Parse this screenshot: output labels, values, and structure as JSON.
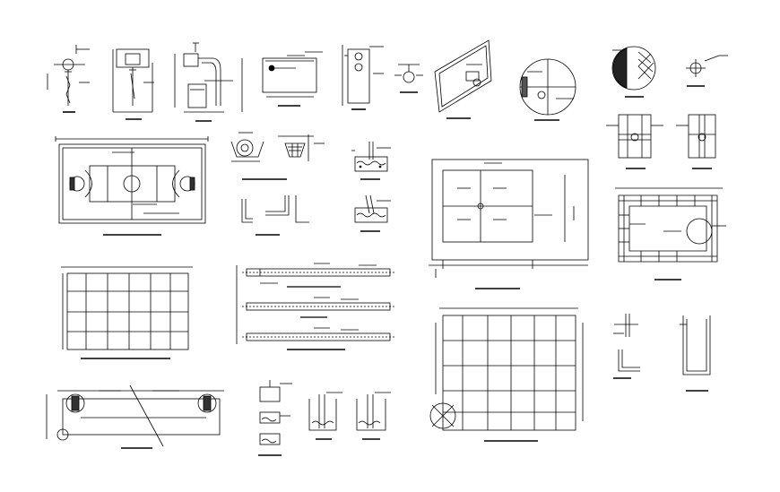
{
  "sheet": {
    "description_visible_text": [],
    "ink_color": "#000000",
    "background_color": "#ffffff",
    "detail_count": 27
  },
  "details": [
    {
      "id": "pole-elevation-1"
    },
    {
      "id": "backboard-front-elevation"
    },
    {
      "id": "pole-side-elevation"
    },
    {
      "id": "backboard-detail"
    },
    {
      "id": "pole-section"
    },
    {
      "id": "anchor-detail"
    },
    {
      "id": "backboard-isometric"
    },
    {
      "id": "circular-section-detail"
    },
    {
      "id": "hatched-circle-detail"
    },
    {
      "id": "bolt-detail"
    },
    {
      "id": "court-plan"
    },
    {
      "id": "hoop-detail"
    },
    {
      "id": "footing-section-1"
    },
    {
      "id": "footing-section-2"
    },
    {
      "id": "angle-details"
    },
    {
      "id": "court-layout-plan"
    },
    {
      "id": "corner-connection-details"
    },
    {
      "id": "tiled-pad-plan"
    },
    {
      "id": "expansion-joint-plan"
    },
    {
      "id": "slab-sections"
    },
    {
      "id": "joint-layout-plan"
    },
    {
      "id": "small-angle-details"
    },
    {
      "id": "edge-detail"
    },
    {
      "id": "court-elevation"
    },
    {
      "id": "column-base-details"
    },
    {
      "id": "trench-details"
    }
  ]
}
